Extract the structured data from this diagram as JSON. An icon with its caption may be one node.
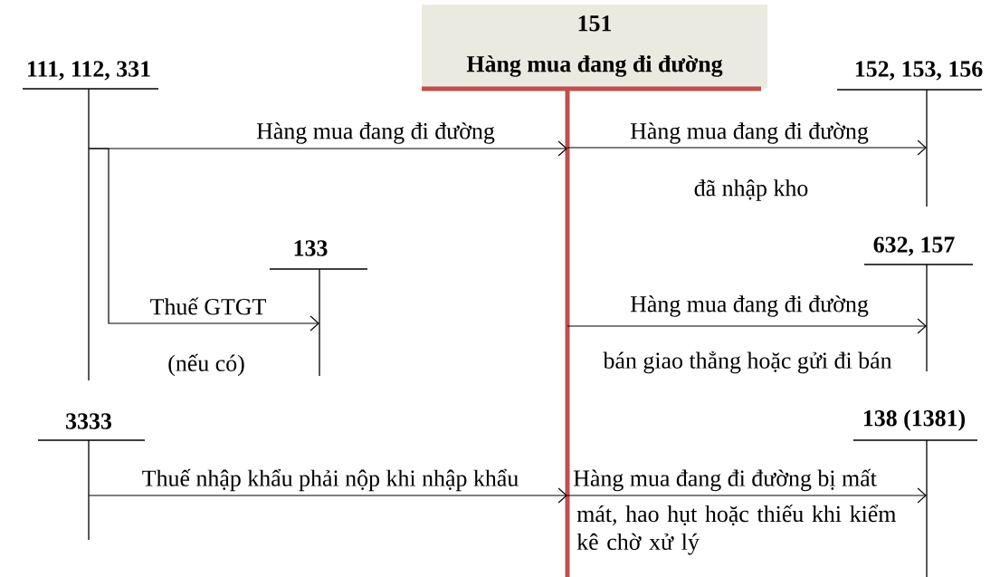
{
  "diagram": {
    "nodes": [
      {
        "text": [
          "151",
          "Hàng mua đang đi đường"
        ]
      },
      {
        "text": [
          "111, 112, 331"
        ]
      },
      {
        "text": [
          "152, 153, 156"
        ]
      },
      {
        "text": [
          "133"
        ]
      },
      {
        "text": [
          "632, 157"
        ]
      },
      {
        "text": [
          "3333"
        ]
      },
      {
        "text": [
          "138 (1381)"
        ]
      }
    ],
    "edges": [
      {
        "from": 1,
        "to": 0,
        "arrow": "to",
        "label": "Hàng mua đang đi đường"
      },
      {
        "from": 0,
        "to": 2,
        "arrow": "to",
        "label": "Hàng mua đang đi đường"
      },
      {
        "from": 1,
        "to": 3,
        "arrow": "to",
        "label": "Thuế GTGT"
      },
      {
        "from": 0,
        "to": 4,
        "arrow": "to",
        "label": "Hàng mua đang đi đường"
      },
      {
        "from": 5,
        "to": 0,
        "arrow": "to",
        "label": "Thuế nhập khẩu phải nộp khi nhập khẩu"
      },
      {
        "from": 0,
        "to": 6,
        "arrow": "to",
        "label": "Hàng mua đang đi đường bị mất"
      }
    ],
    "labels": [
      "đã nhập kho",
      "(nếu có)",
      "bán giao thẳng hoặc gửi đi bán",
      "mát, hao hụt hoặc thiếu khi kiểm kê chờ xử lý"
    ]
  }
}
